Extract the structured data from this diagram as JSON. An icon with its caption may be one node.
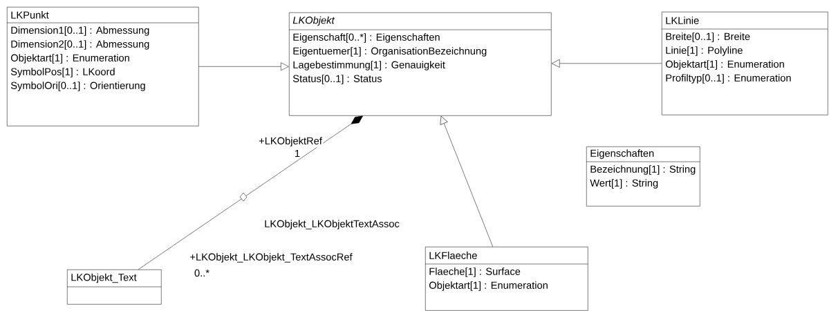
{
  "diagram": {
    "nodes": [
      {
        "text": [
          "LKPunkt",
          "Dimension1[0..1] : Abmessung",
          "Dimension2[0..1] : Abmessung",
          "Objektart[1] : Enumeration",
          "SymbolPos[1] : LKoord",
          "SymbolOri[0..1] : Orientierung"
        ]
      },
      {
        "text": [
          "LKObjekt",
          "Eigenschaft[0..*] : Eigenschaften",
          "Eigentuemer[1] : OrganisationBezeichnung",
          "Lagebestimmung[1] : Genauigkeit",
          "Status[0..1] : Status"
        ]
      },
      {
        "text": [
          "LKLinie",
          "Breite[0..1] : Breite",
          "Linie[1] : Polyline",
          "Objektart[1] : Enumeration",
          "Profiltyp[0..1] : Enumeration"
        ]
      },
      {
        "text": [
          "Eigenschaften",
          "Bezeichnung[1] : String",
          "Wert[1] : String"
        ]
      },
      {
        "text": [
          "LKObjekt_Text"
        ]
      },
      {
        "text": [
          "LKFlaeche",
          "Flaeche[1] : Surface",
          "Objektart[1] : Enumeration"
        ]
      }
    ],
    "edges": [
      {
        "from": 0,
        "to": 1,
        "arrow": "to"
      },
      {
        "from": 2,
        "to": 1,
        "arrow": "to"
      },
      {
        "from": 5,
        "to": 1,
        "arrow": "to"
      },
      {
        "from": 4,
        "to": 1,
        "arrow": "other",
        "label": "LKObjekt_LKObjektTextAssoc"
      }
    ],
    "labels": [
      "+LKObjektRef",
      "1",
      "+LKObjekt_LKObjekt_TextAssocRef",
      "0..*"
    ]
  }
}
